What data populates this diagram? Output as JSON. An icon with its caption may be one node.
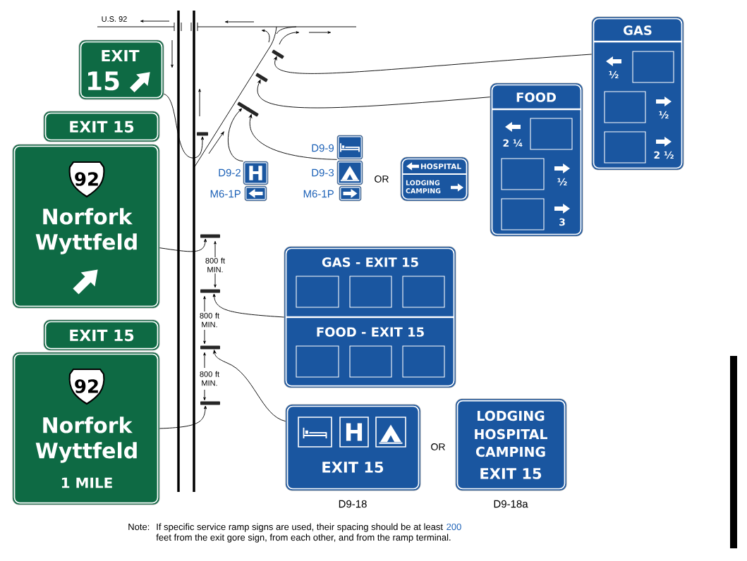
{
  "diagram": {
    "nodes": [
      {
        "text": [
          "EXIT",
          "15"
        ]
      },
      {
        "text": [
          "EXIT 15"
        ]
      },
      {
        "text": [
          "92",
          "Norfork Wyttfeld"
        ]
      },
      {
        "text": [
          "EXIT 15"
        ]
      },
      {
        "text": [
          "92",
          "Norfork Wyttfeld",
          "1 MILE"
        ]
      },
      {
        "text": [
          "H"
        ],
        "beside": [
          "D9-2"
        ]
      },
      {
        "text": [],
        "shape": "box",
        "beside": [
          "M6-1P"
        ]
      },
      {
        "text": [],
        "shape": "box",
        "beside": [
          "D9-9"
        ]
      },
      {
        "text": [],
        "shape": "box",
        "beside": [
          "D9-3"
        ]
      },
      {
        "text": [],
        "shape": "box",
        "beside": [
          "M6-1P"
        ]
      },
      {
        "text": [
          "HOSPITAL",
          "LODGING CAMPING"
        ]
      },
      {
        "text": [
          "FOOD",
          "2 ¼",
          "½",
          "3"
        ]
      },
      {
        "text": [
          "GAS",
          "½",
          "½",
          "2 ½"
        ]
      },
      {
        "text": [
          "GAS - EXIT 15",
          "FOOD - EXIT 15"
        ]
      },
      {
        "text": [
          "H",
          "EXIT 15"
        ],
        "beside": [
          "D9-18"
        ]
      },
      {
        "text": [
          "LODGING",
          "HOSPITAL",
          "CAMPING",
          "EXIT 15"
        ],
        "beside": [
          "D9-18a"
        ]
      },
      {
        "text": [],
        "shape": "bar"
      },
      {
        "text": [],
        "shape": "bar"
      },
      {
        "text": [],
        "shape": "bar"
      },
      {
        "text": [],
        "shape": "bar"
      },
      {
        "text": [],
        "shape": "bar"
      },
      {
        "text": [],
        "shape": "bar"
      },
      {
        "text": [],
        "shape": "bar"
      },
      {
        "text": [],
        "shape": "bar"
      },
      {
        "text": [],
        "shape": "bar"
      }
    ],
    "edges": [
      {
        "from": 0,
        "to": 16,
        "arrow": "to"
      },
      {
        "from": 5,
        "to": 17,
        "arrow": "to"
      },
      {
        "from": 7,
        "to": 18,
        "arrow": "to"
      },
      {
        "from": 11,
        "to": 19,
        "arrow": "to"
      },
      {
        "from": 12,
        "to": 20,
        "arrow": "to"
      },
      {
        "from": 2,
        "to": 21,
        "arrow": "to"
      },
      {
        "from": 13,
        "to": 22,
        "arrow": "to"
      },
      {
        "from": 14,
        "to": 23,
        "arrow": "to"
      },
      {
        "from": 4,
        "to": 24,
        "arrow": "to"
      }
    ],
    "labels": [
      "U.S. 92",
      "OR",
      "800 ft MIN.",
      "800 ft MIN.",
      "800 ft MIN.",
      "OR",
      "Note:",
      "If specific service ramp signs are used, their spacing should be at least",
      "200",
      "feet from the exit gore sign, from each other, and from the ramp terminal."
    ]
  }
}
